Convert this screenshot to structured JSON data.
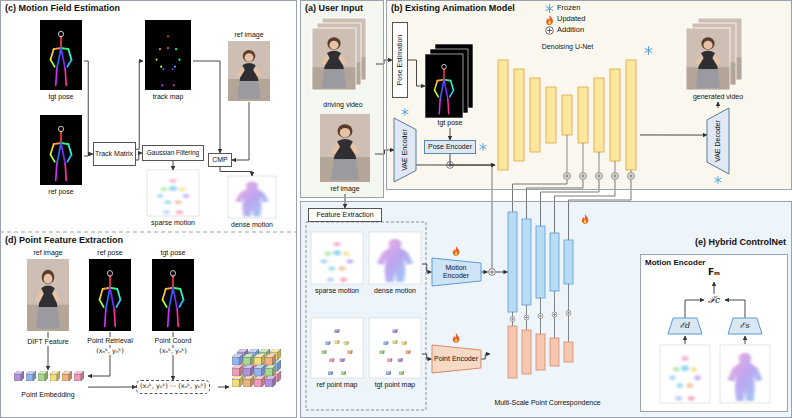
{
  "diagram": {
    "nodes": [
      {
        "text": [
          "(c) Motion Field Estimation"
        ]
      },
      {
        "text": [
          "tgt pose"
        ],
        "in": 0
      },
      {
        "text": [
          "ref pose"
        ],
        "in": 0
      },
      {
        "text": [
          "Track Matrix"
        ],
        "in": 0
      },
      {
        "text": [
          "track map"
        ],
        "in": 0
      },
      {
        "text": [
          "Gaussian Filtering"
        ],
        "in": 0
      },
      {
        "text": [
          "ref image"
        ],
        "in": 0
      },
      {
        "text": [
          "CMP"
        ],
        "in": 0
      },
      {
        "text": [
          "sparse motion"
        ],
        "in": 0
      },
      {
        "text": [
          "dense motion"
        ],
        "in": 0
      },
      {
        "text": [
          "(d) Point Feature Extraction"
        ]
      },
      {
        "text": [
          "ref image"
        ],
        "in": 10
      },
      {
        "text": [
          "ref pose"
        ],
        "in": 10
      },
      {
        "text": [
          "tgt pose"
        ],
        "in": 10
      },
      {
        "text": [
          "Point Embedding"
        ],
        "in": 10
      },
      {
        "text": [
          "(x₀ᵏ, y₀ᵏ) ⋯ (xₙᵏ, yₙᵏ)"
        ],
        "in": 10
      },
      {
        "text": [
          "(a) User Input"
        ]
      },
      {
        "text": [
          "driving video"
        ],
        "in": 16
      },
      {
        "text": [
          "ref image"
        ],
        "in": 16
      },
      {
        "text": [
          "(b) Existing Animation Model"
        ]
      },
      {
        "text": [
          "Pose Estimation"
        ],
        "in": 19
      },
      {
        "text": [
          "tgt pose"
        ],
        "in": 19
      },
      {
        "text": [
          "Pose Encoder"
        ],
        "in": 19
      },
      {
        "text": [
          "VAE Encoder"
        ],
        "in": 19
      },
      {
        "text": [
          "Denoising U-Net"
        ],
        "in": 19
      },
      {
        "text": [
          "VAE Decoder"
        ],
        "in": 19
      },
      {
        "text": [
          "generated video"
        ],
        "in": 19
      },
      {
        "text": [
          "(e) Hybrid ControlNet"
        ]
      },
      {
        "text": [
          "Feature Extraction"
        ],
        "in": 27
      },
      {
        "text": [
          "sparse motion"
        ],
        "in": 27
      },
      {
        "text": [
          "dense motion"
        ],
        "in": 27
      },
      {
        "text": [
          "ref point map"
        ],
        "in": 27
      },
      {
        "text": [
          "tgt point map"
        ],
        "in": 27
      },
      {
        "text": [
          "Motion Encoder"
        ],
        "in": 27
      },
      {
        "text": [
          "Point Encoder"
        ],
        "in": 27
      },
      {
        "text": [
          "Multi-Scale Point Correspondence"
        ],
        "in": 27
      },
      {
        "text": [
          "Motion Encoder"
        ],
        "in": 27
      },
      {
        "text": [
          "ℰd"
        ],
        "in": 36
      },
      {
        "text": [
          "ℰs"
        ],
        "in": 36
      }
    ],
    "edges": [
      {
        "from": 1,
        "to": 3,
        "arrow": "to"
      },
      {
        "from": 2,
        "to": 3,
        "arrow": "to"
      },
      {
        "from": 3,
        "to": 4,
        "arrow": "to"
      },
      {
        "from": 3,
        "to": 5,
        "arrow": "to"
      },
      {
        "from": 4,
        "to": 7,
        "arrow": "to"
      },
      {
        "from": 6,
        "to": 7,
        "arrow": "to"
      },
      {
        "from": 5,
        "to": 8,
        "arrow": "to"
      },
      {
        "from": 7,
        "to": 9,
        "arrow": "to"
      },
      {
        "from": 11,
        "to": 14,
        "arrow": "to"
      },
      {
        "from": 12,
        "to": 14,
        "arrow": "to"
      },
      {
        "from": 13,
        "to": 15,
        "arrow": "to"
      },
      {
        "from": 14,
        "to": 15,
        "arrow": "to"
      },
      {
        "from": 17,
        "to": 20,
        "arrow": "to"
      },
      {
        "from": 18,
        "to": 23,
        "arrow": "to"
      },
      {
        "from": 18,
        "to": 28,
        "arrow": "to"
      },
      {
        "from": 20,
        "to": 21,
        "arrow": "to"
      },
      {
        "from": 21,
        "to": 22,
        "arrow": "to"
      },
      {
        "from": 22,
        "to": 24,
        "arrow": "to"
      },
      {
        "from": 23,
        "to": 24,
        "arrow": "to"
      },
      {
        "from": 24,
        "to": 25,
        "arrow": "to"
      },
      {
        "from": 25,
        "to": 26,
        "arrow": "to"
      },
      {
        "from": 30,
        "to": 33,
        "arrow": "to"
      },
      {
        "from": 32,
        "to": 34,
        "arrow": "to"
      },
      {
        "from": 34,
        "to": 35,
        "arrow": "to"
      }
    ],
    "labels": [
      "DIFT Feature",
      "Point Retrieval",
      "(xₙᵏ, yₙᵏ)",
      "Point Coord",
      "(xₙᵏ, yₙᵏ)",
      "Fₘ",
      "ℱc"
    ],
    "legend": [
      {
        "text": "Frozen"
      },
      {
        "text": "Updated"
      },
      {
        "text": "Addition"
      }
    ]
  }
}
